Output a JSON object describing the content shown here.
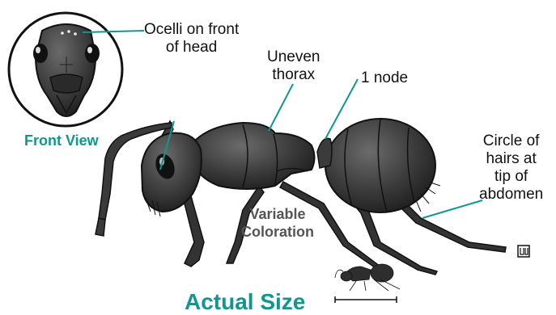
{
  "labels": {
    "ocelli_line1": "Ocelli on front",
    "ocelli_line2": "of head",
    "thorax_line1": "Uneven",
    "thorax_line2": "thorax",
    "node": "1 node",
    "hairs_line1": "Circle of",
    "hairs_line2": "hairs at",
    "hairs_line3": "tip of",
    "hairs_line4": "abdomen",
    "front_view": "Front View",
    "variable_line1": "Variable",
    "variable_line2": "Coloration",
    "actual_size": "Actual Size",
    "logo": "UU"
  },
  "colors": {
    "accent": "#11968f",
    "body": "#3a3a3a",
    "outline": "#111111",
    "leader": "#11968f"
  }
}
